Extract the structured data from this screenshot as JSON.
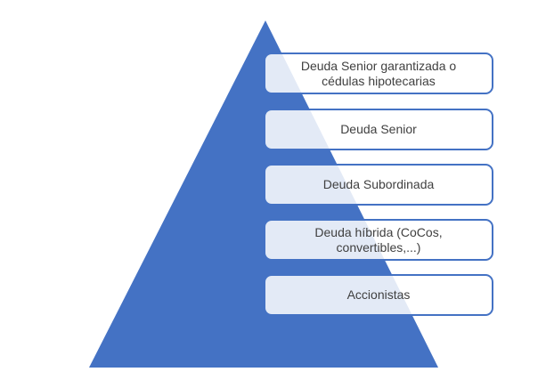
{
  "diagram": {
    "type": "pyramid",
    "levels": [
      {
        "label": "Deuda Senior garantizada o\ncédulas hipotecarias"
      },
      {
        "label": "Deuda Senior"
      },
      {
        "label": "Deuda Subordinada"
      },
      {
        "label": "Deuda híbrida (CoCos,\nconvertibles,...)"
      },
      {
        "label": "Accionistas"
      }
    ],
    "colors": {
      "pyramid_fill": "#4472C4",
      "box_border": "#4472C4",
      "box_fill": "rgba(255,255,255,0.85)",
      "text": "#404040"
    },
    "geometry": {
      "apex": [
        298,
        23
      ],
      "base_left": [
        100,
        413
      ],
      "base_right": [
        492,
        413
      ]
    }
  }
}
